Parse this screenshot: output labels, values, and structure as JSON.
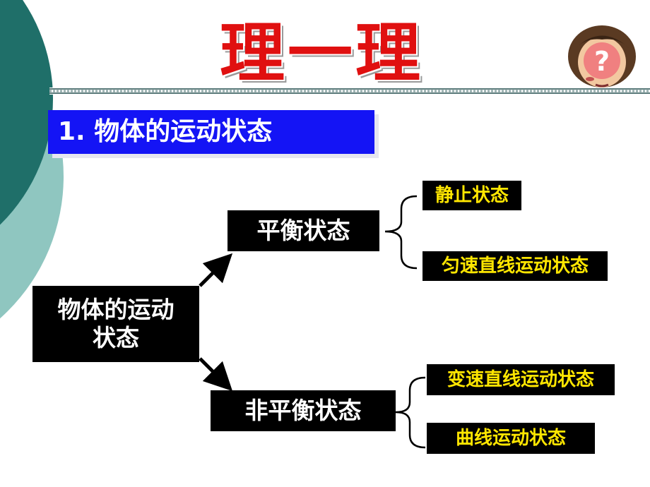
{
  "title": "理一理",
  "heading": "1. 物体的运动状态",
  "root": {
    "line1": "物体的运动",
    "line2": "状态"
  },
  "branch_equilibrium": {
    "label": "平衡状态",
    "children": [
      "静止状态",
      "匀速直线运动状态"
    ]
  },
  "branch_nonequilibrium": {
    "label": "非平衡状态",
    "children": [
      "变速直线运动状态",
      "曲线运动状态"
    ]
  },
  "colors": {
    "heading_bg": "#1414f5",
    "node_bg": "#000000",
    "node_text": "#ffffff",
    "leaf_text": "#ffe600",
    "title_text": "#e01010",
    "deco_teal_dark": "#1f6f69",
    "deco_teal_light": "#8fc6c0"
  },
  "avatar_icon": "confused-face-question-icon"
}
